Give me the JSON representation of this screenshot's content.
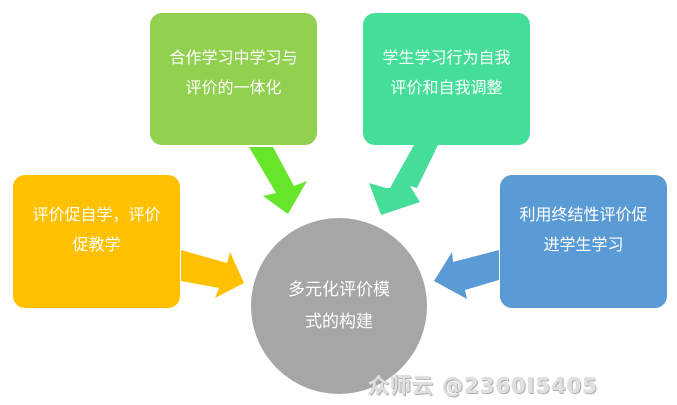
{
  "diagram": {
    "center": {
      "line1": "多元化评价模",
      "line2": "式的构建",
      "color": "#a6a6a6"
    },
    "nodes": [
      {
        "id": "green",
        "line1": "合作学习中学习与",
        "line2": "评价的一体化",
        "color": "#92d050",
        "arrow_color": "#66e52b"
      },
      {
        "id": "teal",
        "line1": "学生学习行为自我",
        "line2": "评价和自我调整",
        "color": "#44de99",
        "arrow_color": "#44de99"
      },
      {
        "id": "yellow",
        "line1": "评价促自学，评价",
        "line2": "促教学",
        "color": "#ffc000",
        "arrow_color": "#ffc000"
      },
      {
        "id": "blue",
        "line1": "利用终结性评价促",
        "line2": "进学生学习",
        "color": "#5b9bd5",
        "arrow_color": "#5b9bd5"
      }
    ]
  },
  "watermark": "众师云 @2360I5405"
}
